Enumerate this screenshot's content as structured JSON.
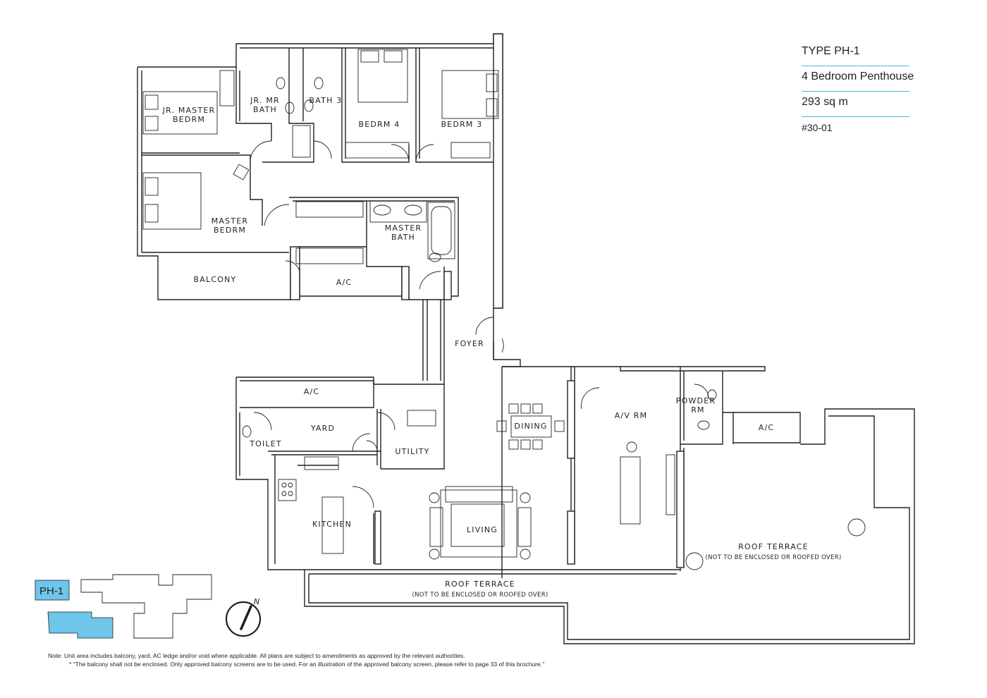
{
  "unit_info": {
    "type": "TYPE PH-1",
    "description": "4 Bedroom Penthouse",
    "area": "293 sq m",
    "unit_number": "#30-01"
  },
  "rooms": {
    "jr_master_bedrm_1": "JR. MASTER",
    "jr_master_bedrm_2": "BEDRM",
    "jr_mr_bath_1": "JR. MR",
    "jr_mr_bath_2": "BATH",
    "bath3": "BATH 3",
    "bedrm4": "BEDRM  4",
    "bedrm3": "BEDRM  3",
    "master_bedrm_1": "MASTER",
    "master_bedrm_2": "BEDRM",
    "master_bath_1": "MASTER",
    "master_bath_2": "BATH",
    "balcony": "BALCONY",
    "ac_upper": "A/C",
    "foyer": "FOYER",
    "ac_yard": "A/C",
    "yard": "YARD",
    "toilet": "TOILET",
    "utility": "UTILITY",
    "kitchen": "KITCHEN",
    "dining": "DINING",
    "living": "LIVING",
    "av_rm": "A/V RM",
    "powder_rm_1": "POWDER",
    "powder_rm_2": "RM",
    "ac_right": "A/C",
    "roof_terrace_right": "ROOF TERRACE",
    "roof_terrace_right_note": "(NOT TO BE ENCLOSED OR ROOFED OVER)",
    "roof_terrace_bottom": "ROOF TERRACE",
    "roof_terrace_bottom_note": "(NOT TO BE ENCLOSED OR ROOFED OVER)"
  },
  "key_plan": {
    "label": "PH-1",
    "highlight_color": "#6ec6ea"
  },
  "compass": {
    "label": "N"
  },
  "notes": {
    "line1": "Note:  Unit area includes balcony, yard, AC ledge and/or void where applicable. All plans are subject to amendments as approved by the relevant authorities.",
    "line2": "* “The balcony shall not be enclosed. Only approved balcony screens are to be used. For an illustration of the approved balcony screen, please refer to page 33 of this brochure.”"
  },
  "colors": {
    "wall": "#231f20",
    "accent": "#4fb6d8",
    "key_highlight": "#6ec6ea"
  }
}
